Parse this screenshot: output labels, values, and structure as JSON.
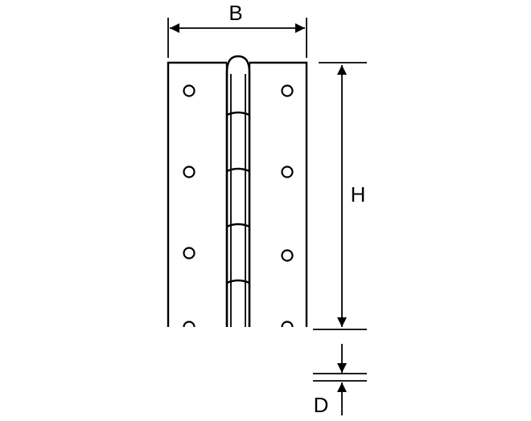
{
  "diagram": {
    "labels": {
      "width": "B",
      "height": "H",
      "thickness": "D"
    },
    "colors": {
      "stroke": "#000000",
      "background": "#ffffff"
    }
  }
}
